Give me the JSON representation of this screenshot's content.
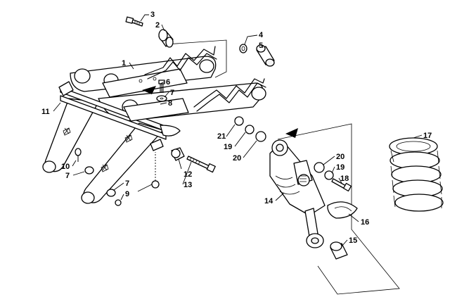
{
  "callouts": [
    {
      "id": "c3",
      "text": "3"
    },
    {
      "id": "c2",
      "text": "2"
    },
    {
      "id": "c4",
      "text": "4"
    },
    {
      "id": "c5",
      "text": "5"
    },
    {
      "id": "c1",
      "text": "1"
    },
    {
      "id": "c6",
      "text": "6"
    },
    {
      "id": "c7a",
      "text": "7"
    },
    {
      "id": "c8",
      "text": "8"
    },
    {
      "id": "c11",
      "text": "11"
    },
    {
      "id": "c17",
      "text": "17"
    },
    {
      "id": "c21",
      "text": "21"
    },
    {
      "id": "c19a",
      "text": "19"
    },
    {
      "id": "c20a",
      "text": "20"
    },
    {
      "id": "c20b",
      "text": "20"
    },
    {
      "id": "c19b",
      "text": "19"
    },
    {
      "id": "c18",
      "text": "18"
    },
    {
      "id": "c10",
      "text": "10"
    },
    {
      "id": "c7b",
      "text": "7"
    },
    {
      "id": "c12",
      "text": "12"
    },
    {
      "id": "c13",
      "text": "13"
    },
    {
      "id": "c7c",
      "text": "7"
    },
    {
      "id": "c9",
      "text": "9"
    },
    {
      "id": "c14",
      "text": "14"
    },
    {
      "id": "c16",
      "text": "16"
    },
    {
      "id": "c15",
      "text": "15"
    }
  ]
}
